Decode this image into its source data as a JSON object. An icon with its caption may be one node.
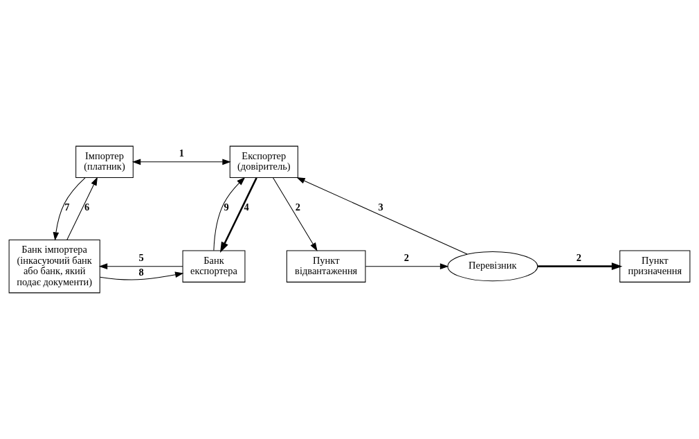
{
  "diagram": {
    "nodes": [
      {
        "text": [
          "Імпортер (платник)"
        ]
      },
      {
        "text": [
          "Експортер (довіритель)"
        ]
      },
      {
        "text": [
          "Пункт призначення"
        ]
      },
      {
        "text": [
          "Пункт відвантаження"
        ]
      },
      {
        "text": [
          "Перевізник"
        ]
      },
      {
        "text": [
          "Банк імпортера (інкасуючий банк або банк, який подає документи)"
        ]
      },
      {
        "text": [
          "Банк експортера"
        ]
      }
    ],
    "edges": [
      {
        "from": 0,
        "to": 1,
        "arrow": "both",
        "label": "1"
      },
      {
        "from": 1,
        "to": 3,
        "arrow": "to",
        "label": "2"
      },
      {
        "from": 4,
        "to": 1,
        "arrow": "to",
        "label": "3"
      },
      {
        "from": 1,
        "to": 6,
        "arrow": "to",
        "label": "4",
        "style": "thick"
      },
      {
        "from": 6,
        "to": 5,
        "arrow": "to",
        "label": "5"
      },
      {
        "from": 5,
        "to": 0,
        "arrow": "to",
        "label": "6"
      },
      {
        "from": 0,
        "to": 5,
        "arrow": "to",
        "label": "7"
      },
      {
        "from": 5,
        "to": 6,
        "arrow": "to",
        "label": "8"
      },
      {
        "from": 6,
        "to": 1,
        "arrow": "to",
        "label": "9"
      },
      {
        "from": 4,
        "to": 2,
        "arrow": "to",
        "label": "2",
        "style": "thick"
      },
      {
        "from": 3,
        "to": 4,
        "arrow": "to",
        "label": "2"
      }
    ]
  }
}
